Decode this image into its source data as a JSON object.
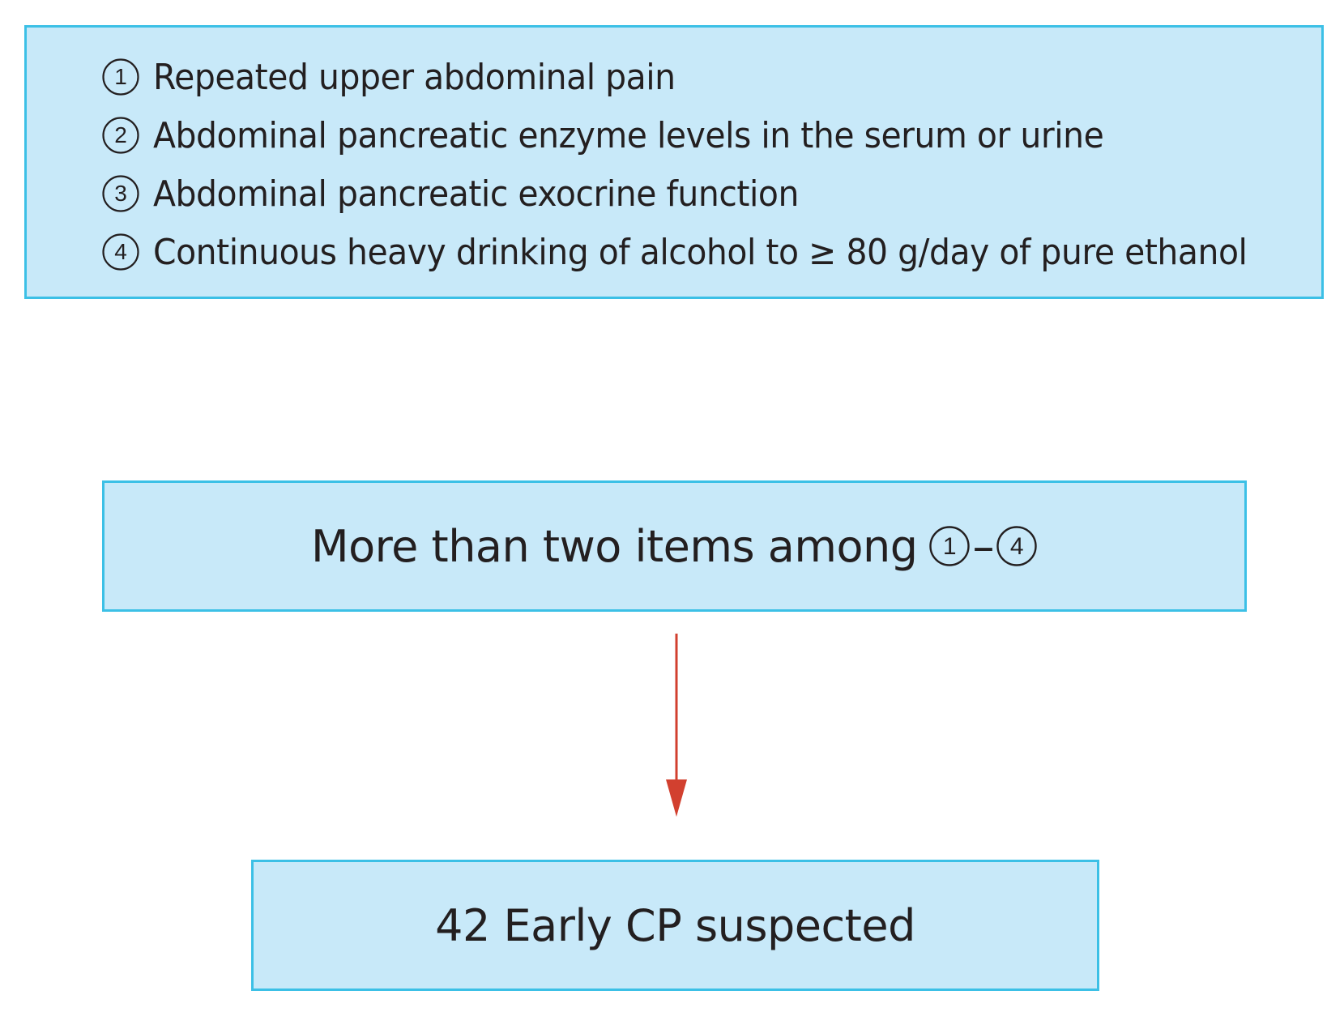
{
  "criteria": {
    "items": [
      {
        "num": "1",
        "text": "Repeated upper abdominal pain"
      },
      {
        "num": "2",
        "text": "Abdominal pancreatic enzyme levels in the serum or urine"
      },
      {
        "num": "3",
        "text": "Abdominal pancreatic exocrine function"
      },
      {
        "num": "4",
        "text": "Continuous heavy drinking of alcohol to ≥ 80 g/day of pure ethanol"
      }
    ]
  },
  "condition": {
    "text": "More than two items among",
    "range_start": "1",
    "range_dash": "–",
    "range_end": "4"
  },
  "result": {
    "text": "42 Early CP suspected"
  },
  "colors": {
    "box_fill": "#c8e9f9",
    "box_border": "#3cc0e6",
    "arrow": "#d2402f",
    "text": "#231f20"
  }
}
